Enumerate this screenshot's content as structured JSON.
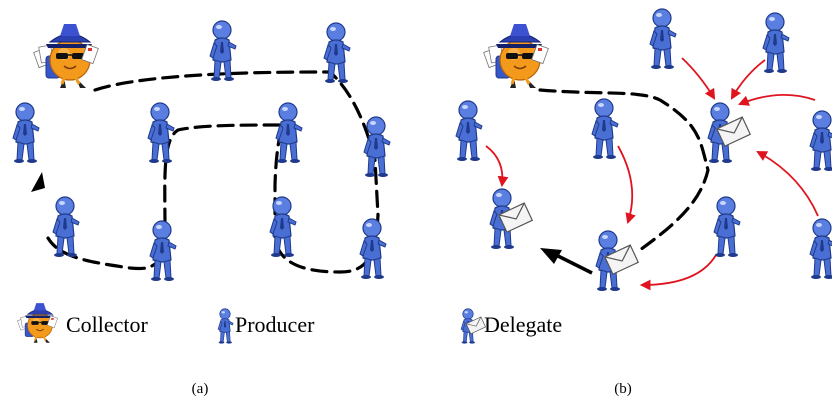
{
  "panels": [
    {
      "caption": "(a)"
    },
    {
      "caption": "(b)"
    }
  ],
  "legend": {
    "collector": "Collector",
    "producer": "Producer",
    "delegate": "Delegate"
  },
  "colors": {
    "figure_body": "#4a6fd4",
    "figure_dark": "#1f3a8c",
    "route_line": "#000000",
    "delegation_arrow": "#e0141e",
    "envelope": "#f4f4f4",
    "collector_orange": "#f39a1c",
    "collector_cap": "#2b3fb0"
  },
  "icons": {
    "producer": "person-figure-icon",
    "delegate": "person-with-envelope-icon",
    "collector": "orange-mail-carrier-icon"
  }
}
